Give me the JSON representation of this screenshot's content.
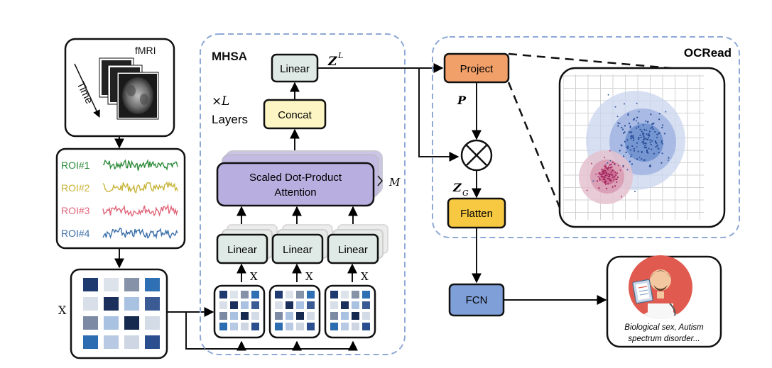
{
  "input": {
    "fmri_label": "fMRI",
    "time_label": "Time",
    "rois": [
      {
        "label": "ROI#1",
        "color": "#2e8b3a"
      },
      {
        "label": "ROI#2",
        "color": "#c8b43a"
      },
      {
        "label": "ROI#3",
        "color": "#e0667a"
      },
      {
        "label": "ROI#4",
        "color": "#3a6ea8"
      }
    ],
    "x_label": "X"
  },
  "mhsa": {
    "title": "MHSA",
    "linear_top": "Linear",
    "z_label": "Z",
    "z_sup": "L",
    "layers_times": "×",
    "layers_L": "L",
    "layers_word": "Layers",
    "concat": "Concat",
    "attention_line1": "Scaled Dot-Product",
    "attention_line2": "Attention",
    "heads_label": "M",
    "linear_boxes": [
      "Linear",
      "Linear",
      "Linear"
    ],
    "x_labels": [
      "X",
      "X",
      "X"
    ]
  },
  "ocread": {
    "title": "OCRead",
    "project": "Project",
    "p_label": "P",
    "zg_label": "Z",
    "zg_sub": "G",
    "flatten": "Flatten"
  },
  "fcn": "FCN",
  "output": {
    "line1": "Biological sex, Autism",
    "line2": "spectrum disorder..."
  },
  "colors": {
    "linear_fill": "#dfeae6",
    "concat_fill": "#fdf6c4",
    "attention_fill": "#b9aee0",
    "project_fill": "#f2a06a",
    "flatten_fill": "#f7c842",
    "fcn_fill": "#7f9fd8",
    "dashed_border": "#8fa8d6"
  }
}
